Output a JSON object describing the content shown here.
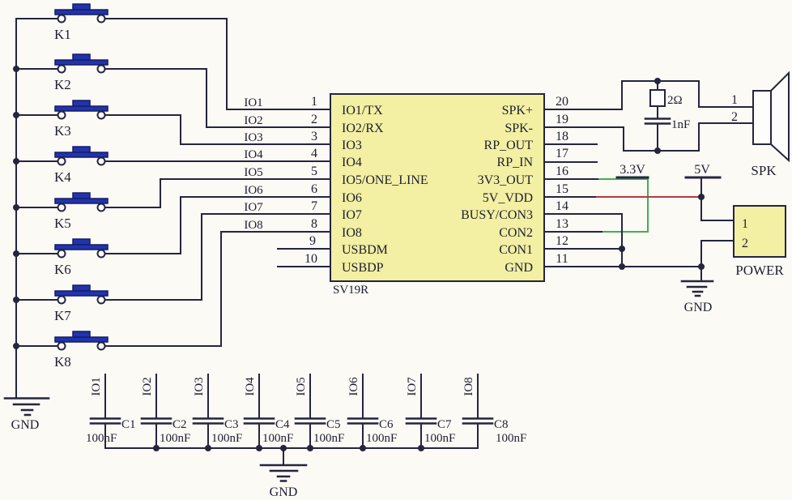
{
  "diagram": {
    "title_hint": "SV19R voice module application schematic",
    "buttons": [
      {
        "label": "K1"
      },
      {
        "label": "K2"
      },
      {
        "label": "K3"
      },
      {
        "label": "K4"
      },
      {
        "label": "K5"
      },
      {
        "label": "K6"
      },
      {
        "label": "K7"
      },
      {
        "label": "K8"
      }
    ],
    "left_gnd": "GND",
    "ic": {
      "name": "SV19R",
      "left_pins": [
        {
          "num": "1",
          "net": "IO1",
          "name": "IO1/TX"
        },
        {
          "num": "2",
          "net": "IO2",
          "name": "IO2/RX"
        },
        {
          "num": "3",
          "net": "IO3",
          "name": "IO3"
        },
        {
          "num": "4",
          "net": "IO4",
          "name": "IO4"
        },
        {
          "num": "5",
          "net": "IO5",
          "name": "IO5/ONE_LINE"
        },
        {
          "num": "6",
          "net": "IO6",
          "name": "IO6"
        },
        {
          "num": "7",
          "net": "IO7",
          "name": "IO7"
        },
        {
          "num": "8",
          "net": "IO8",
          "name": "IO8"
        },
        {
          "num": "9",
          "name": "USBDM"
        },
        {
          "num": "10",
          "name": "USBDP"
        }
      ],
      "right_pins": [
        {
          "num": "20",
          "name": "SPK+"
        },
        {
          "num": "19",
          "name": "SPK-"
        },
        {
          "num": "18",
          "name": "RP_OUT"
        },
        {
          "num": "17",
          "name": "RP_IN"
        },
        {
          "num": "16",
          "name": "3V3_OUT"
        },
        {
          "num": "15",
          "name": "5V_VDD"
        },
        {
          "num": "14",
          "name": "BUSY/CON3"
        },
        {
          "num": "13",
          "name": "CON2"
        },
        {
          "num": "12",
          "name": "CON1"
        },
        {
          "num": "11",
          "name": "GND"
        }
      ]
    },
    "snubber": {
      "resistor": "2Ω",
      "capacitor": "1nF"
    },
    "speaker": {
      "t1": "1",
      "t2": "2",
      "label": "SPK"
    },
    "rails": {
      "v33": "3.3V",
      "v5": "5V"
    },
    "power": {
      "p1": "1",
      "p2": "2",
      "label": "POWER",
      "gnd": "GND"
    },
    "caps": {
      "items": [
        {
          "net": "IO1",
          "name": "C1",
          "value": "100nF"
        },
        {
          "net": "IO2",
          "name": "C2",
          "value": "100nF"
        },
        {
          "net": "IO3",
          "name": "C3",
          "value": "100nF"
        },
        {
          "net": "IO4",
          "name": "C4",
          "value": "100nF"
        },
        {
          "net": "IO5",
          "name": "C5",
          "value": "100nF"
        },
        {
          "net": "IO6",
          "name": "C6",
          "value": "100nF"
        },
        {
          "net": "IO7",
          "name": "C7",
          "value": "100nF"
        },
        {
          "net": "IO8",
          "name": "C8",
          "value": "100nF"
        }
      ],
      "gnd": "GND"
    },
    "colors": {
      "wire": "#25253e",
      "wire_5v": "#b43c3c",
      "wire_3v3": "#3fb054",
      "key_cap": "#2133ad",
      "fill_component": "#f3efa3",
      "text": "#1e1e30"
    }
  }
}
